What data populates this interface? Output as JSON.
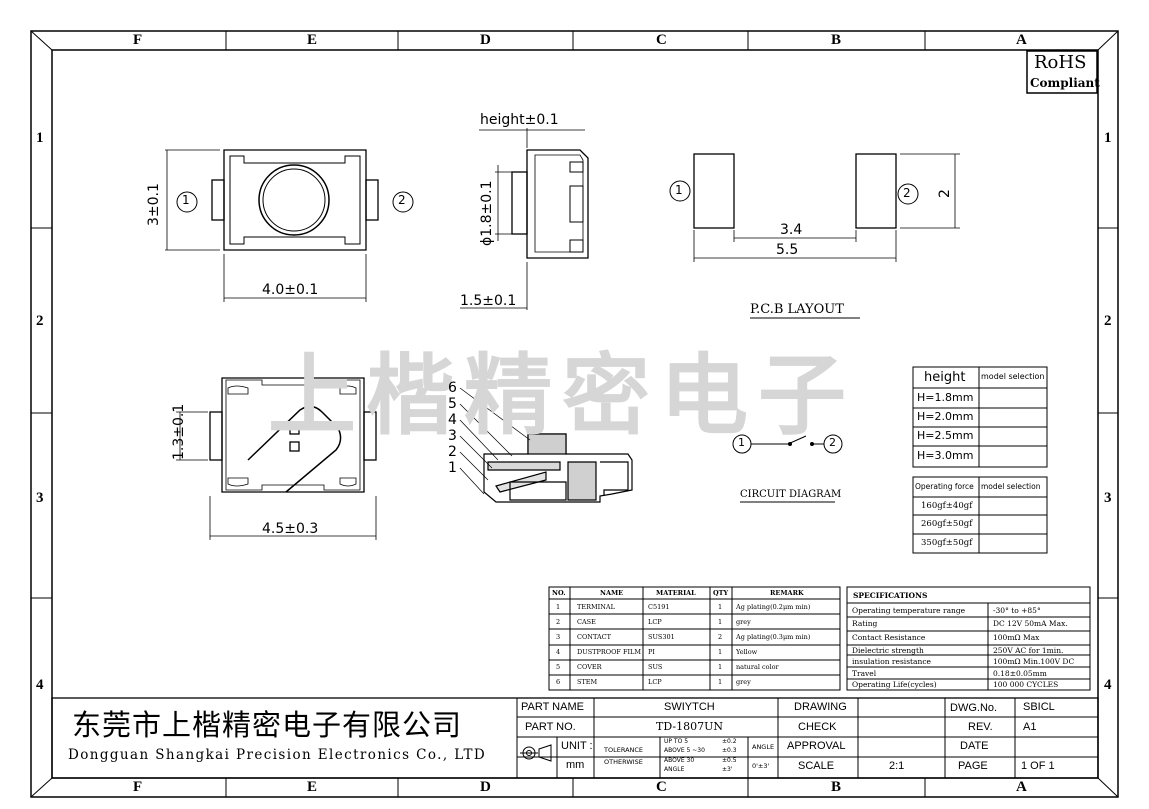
{
  "columns_top": [
    "F",
    "E",
    "D",
    "C",
    "B",
    "A"
  ],
  "columns_bottom": [
    "F",
    "E",
    "D",
    "C",
    "B",
    "A"
  ],
  "rows_left": [
    "1",
    "2",
    "3",
    "4"
  ],
  "rows_right": [
    "1",
    "2",
    "3",
    "4"
  ],
  "rohs": {
    "line1": "RoHS",
    "line2": "Compliant"
  },
  "watermark": "上楷精密电子",
  "dimensions": {
    "top_view_height": "3±0.1",
    "top_view_width": "4.0±0.1",
    "side_height": "height±0.1",
    "side_diameter": "ϕ1.8±0.1",
    "side_width": "1.5±0.1",
    "pcb_spacing_inner": "3.4",
    "pcb_spacing_outer": "5.5",
    "pcb_pad_height": "2",
    "bottom_view_tab": "1.3±0.1",
    "bottom_view_width": "4.5±0.3"
  },
  "terminals": {
    "t1": "1",
    "t2": "2"
  },
  "section_numbers": [
    "6",
    "5",
    "4",
    "3",
    "2",
    "1"
  ],
  "pcb_layout_title": "P.C.B LAYOUT",
  "circuit_title": "CIRCUIT DIAGRAM",
  "height_table": {
    "headers": [
      "height",
      "model selection"
    ],
    "rows": [
      "H=1.8mm",
      "H=2.0mm",
      "H=2.5mm",
      "H=3.0mm"
    ]
  },
  "force_table": {
    "headers": [
      "Operating force",
      "model selection"
    ],
    "rows": [
      "160gf±40gf",
      "260gf±50gf",
      "350gf±50gf"
    ]
  },
  "materials_table": {
    "headers": [
      "NO.",
      "NAME",
      "MATERIAL",
      "QTY",
      "REMARK"
    ],
    "rows": [
      [
        "1",
        "TERMINAL",
        "C5191",
        "1",
        "Ag plating(0.2μm  min)"
      ],
      [
        "2",
        "CASE",
        "LCP",
        "1",
        "grey"
      ],
      [
        "3",
        "CONTACT",
        "SUS301",
        "2",
        "Ag plating(0.3μm  min)"
      ],
      [
        "4",
        "DUSTPROOF FILM",
        "PI",
        "1",
        "Yellow"
      ],
      [
        "5",
        "COVER",
        "SUS",
        "1",
        "natural color"
      ],
      [
        "6",
        "STEM",
        "LCP",
        "1",
        "grey"
      ]
    ]
  },
  "specs_table": {
    "title": "SPECIFICATIONS",
    "rows": [
      [
        "Operating temperature range",
        "-30° to +85°"
      ],
      [
        "Rating",
        "DC 12V 50mA Max."
      ],
      [
        "Contact Resistance",
        "100mΩ Max"
      ],
      [
        "Dielectric strength",
        "250V AC for 1min."
      ],
      [
        "insulation resistance",
        "100mΩ Min.100V DC"
      ],
      [
        "Travel",
        "0.18±0.05mm"
      ],
      [
        "Operating Life(cycles)",
        "100 000  CYCLES"
      ]
    ]
  },
  "company": {
    "cn": "东莞市上楷精密电子有限公司",
    "en": "Dongguan Shangkai Precision Electronics Co., LTD"
  },
  "title_block": {
    "part_name_label": "PART NAME",
    "part_name": "SWIYTCH",
    "part_no_label": "PART NO.",
    "part_no": "TD-1807UN",
    "unit_label": "UNIT :",
    "unit": "mm",
    "tolerance_label": "TOLERANCE",
    "otherwise_label": "OTHERWISE",
    "tol_up_to_5": "UP TO 5",
    "tol_up_to_5_val": "±0.2",
    "tol_5_30": "ABOVE 5 ~30",
    "tol_5_30_val": "±0.3",
    "tol_above_30": "ABOVE 30",
    "tol_above_30_val": "±0.5",
    "tol_angle": "ANGLE",
    "tol_angle_val": "±3'",
    "angle_label": "ANGLE",
    "angle_val": "0'±3'",
    "drawing": "DRAWING",
    "check": "CHECK",
    "approval": "APPROVAL",
    "scale_label": "SCALE",
    "scale": "2:1",
    "dwg_no_label": "DWG.No.",
    "dwg_no": "SBICL",
    "rev_label": "REV.",
    "rev": "A1",
    "date_label": "DATE",
    "page_label": "PAGE",
    "page": "1  OF  1"
  }
}
